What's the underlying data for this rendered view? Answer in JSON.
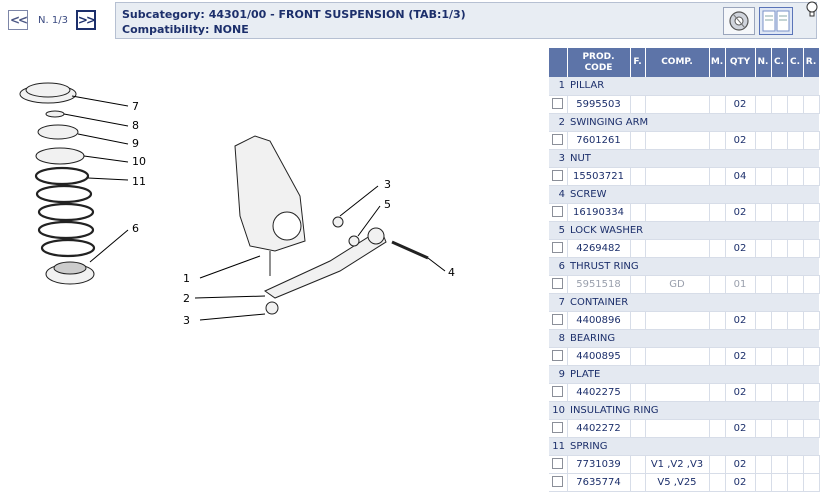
{
  "pager": {
    "prev": "<<",
    "label": "N. 1/3",
    "next": ">>"
  },
  "header": {
    "subcategory_label": "Subcategory:",
    "subcategory_value": "44301/00 - FRONT SUSPENSION (TAB:1/3)",
    "compat_label": "Compatibility:",
    "compat_value": "NONE"
  },
  "drawing_labels": [
    "7",
    "8",
    "9",
    "10",
    "11",
    "6",
    "3",
    "5",
    "4",
    "1",
    "2",
    "3"
  ],
  "table": {
    "headers": [
      "PROD. CODE",
      "F.",
      "COMP.",
      "M.",
      "QTY",
      "N.",
      "C.",
      "C.",
      "R."
    ],
    "groups": [
      {
        "n": "1",
        "name": "PILLAR",
        "rows": [
          {
            "code": "5995503",
            "comp": "",
            "qty": "02"
          }
        ]
      },
      {
        "n": "2",
        "name": "SWINGING ARM",
        "rows": [
          {
            "code": "7601261",
            "comp": "",
            "qty": "02"
          }
        ]
      },
      {
        "n": "3",
        "name": "NUT",
        "rows": [
          {
            "code": "15503721",
            "comp": "",
            "qty": "04"
          }
        ]
      },
      {
        "n": "4",
        "name": "SCREW",
        "rows": [
          {
            "code": "16190334",
            "comp": "",
            "qty": "02"
          }
        ]
      },
      {
        "n": "5",
        "name": "LOCK WASHER",
        "rows": [
          {
            "code": "4269482",
            "comp": "",
            "qty": "02"
          }
        ]
      },
      {
        "n": "6",
        "name": "THRUST RING",
        "rows": [
          {
            "code": "5951518",
            "comp": "GD",
            "qty": "01",
            "disabled": true
          }
        ]
      },
      {
        "n": "7",
        "name": "CONTAINER",
        "rows": [
          {
            "code": "4400896",
            "comp": "",
            "qty": "02"
          }
        ]
      },
      {
        "n": "8",
        "name": "BEARING",
        "rows": [
          {
            "code": "4400895",
            "comp": "",
            "qty": "02"
          }
        ]
      },
      {
        "n": "9",
        "name": "PLATE",
        "rows": [
          {
            "code": "4402275",
            "comp": "",
            "qty": "02"
          }
        ]
      },
      {
        "n": "10",
        "name": "INSULATING RING",
        "rows": [
          {
            "code": "4402272",
            "comp": "",
            "qty": "02"
          }
        ]
      },
      {
        "n": "11",
        "name": "SPRING",
        "rows": [
          {
            "code": "7731039",
            "comp": "V1 ,V2 ,V3",
            "qty": "02"
          },
          {
            "code": "7635774",
            "comp": "V5 ,V25",
            "qty": "02"
          }
        ]
      }
    ]
  },
  "icons": {
    "zoom": "zoom-wheel-icon",
    "thumb": "thumbnail-icon",
    "hint": "lightbulb-icon"
  }
}
